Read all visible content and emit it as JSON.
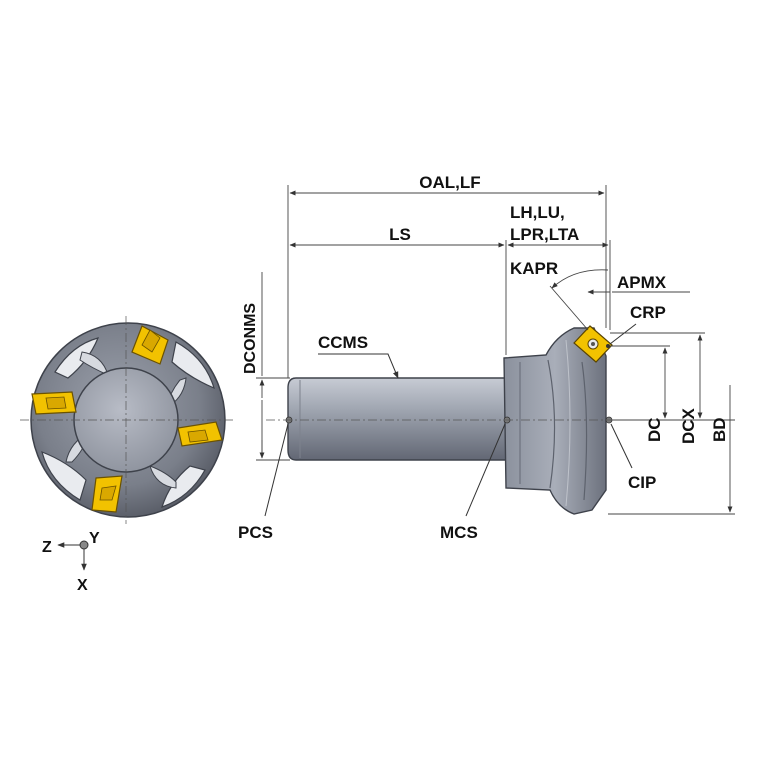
{
  "labels": {
    "oal_lf": "OAL,LF",
    "ls": "LS",
    "lh_lu": "LH,LU,",
    "lpr_lta": "LPR,LTA",
    "kapr": "KAPR",
    "apmx": "APMX",
    "crp": "CRP",
    "dconms": "DCONMS",
    "ccms": "CCMS",
    "dc": "DC",
    "dcx": "DCX",
    "bd": "BD",
    "cip": "CIP",
    "pcs": "PCS",
    "mcs": "MCS"
  },
  "axes": {
    "z": "Z",
    "y": "Y",
    "x": "X"
  },
  "colors": {
    "body_dark": "#5f6470",
    "body_mid": "#9298a4",
    "body_light": "#c9cdd6",
    "insert_gold": "#f2c200",
    "insert_dark": "#b88a00",
    "line": "#333333"
  }
}
